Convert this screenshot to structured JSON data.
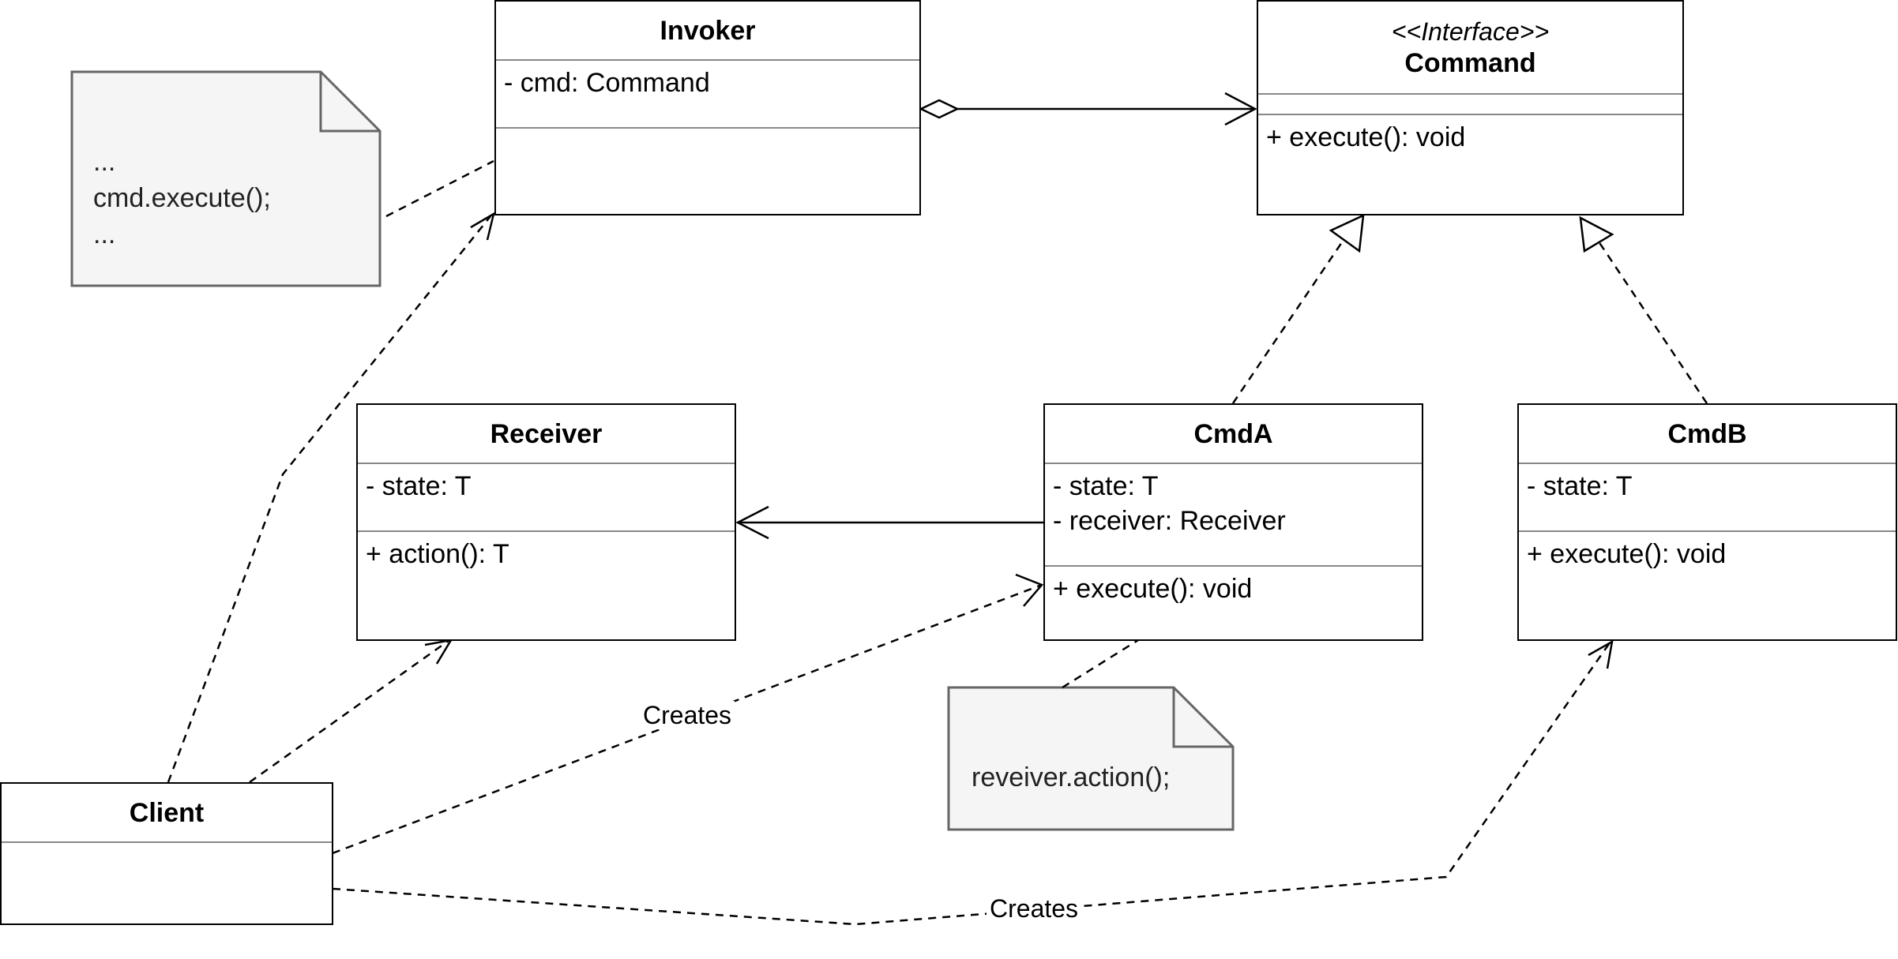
{
  "classes": {
    "invoker": {
      "title": "Invoker",
      "attributes": [
        "- cmd: Command"
      ],
      "methods": []
    },
    "command": {
      "stereotype": "<<Interface>>",
      "title": "Command",
      "attributes": [],
      "methods": [
        "+ execute(): void"
      ]
    },
    "receiver": {
      "title": "Receiver",
      "attributes": [
        "- state: T"
      ],
      "methods": [
        "+ action(): T"
      ]
    },
    "cmdA": {
      "title": "CmdA",
      "attributes": [
        "- state: T",
        "- receiver: Receiver"
      ],
      "methods": [
        "+ execute(): void"
      ]
    },
    "cmdB": {
      "title": "CmdB",
      "attributes": [
        "- state: T"
      ],
      "methods": [
        "+ execute(): void"
      ]
    },
    "client": {
      "title": "Client",
      "attributes": [],
      "methods": []
    }
  },
  "notes": {
    "invoker_note": [
      "...",
      "cmd.execute();",
      "..."
    ],
    "cmdA_note": [
      "reveiver.action();"
    ]
  },
  "edge_labels": {
    "client_creates_cmdA": "Creates",
    "client_creates_cmdB": "Creates"
  },
  "colors": {
    "note_fill": "#f5f5f5",
    "note_stroke": "#666666",
    "line": "#000000"
  }
}
